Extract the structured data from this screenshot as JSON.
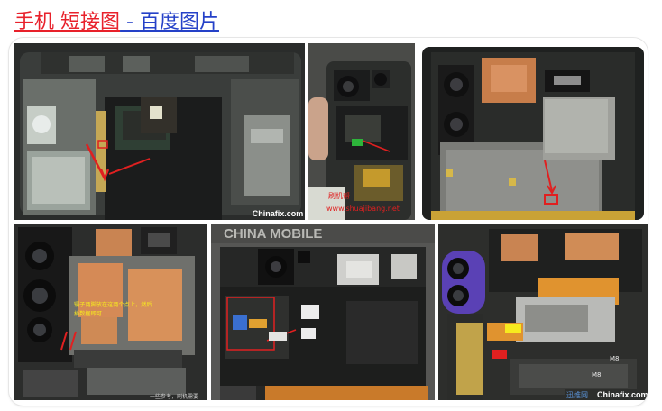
{
  "header": {
    "query_part1": "手机",
    "query_part2": "短接图",
    "separator": " - ",
    "source": "百度图片"
  },
  "images": [
    {
      "watermark": "Chinafix.com"
    },
    {
      "label": "刷机帮",
      "url": "www.shuajibang.net"
    },
    {
      "label": ""
    },
    {
      "annotation_line1": "镊子两脚放在这两个点上，然后",
      "annotation_line2": "插数据即可",
      "footer": "一些参考，刷机需要"
    },
    {
      "watermark": "CHINA MOBILE"
    },
    {
      "brand": "迅维网",
      "watermark": "Chinafix.com",
      "marks": [
        "M8",
        "M8"
      ]
    }
  ]
}
